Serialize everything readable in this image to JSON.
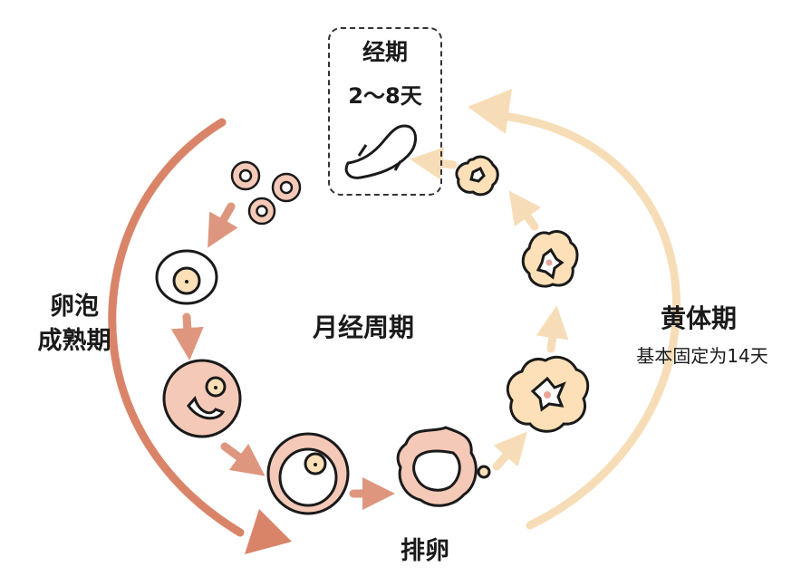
{
  "menses": {
    "title": "经期",
    "days": "2～8天"
  },
  "center": {
    "title": "月经周期"
  },
  "follicular": {
    "line1": "卵泡",
    "line2": "成熟期"
  },
  "luteal": {
    "title": "黄体期",
    "note": "基本固定为14天"
  },
  "ovulation": {
    "label": "排卵"
  },
  "colors": {
    "follicular_arrow": "#d98469",
    "luteal_arrow": "#f7ddb7",
    "follicle_fill": "#f5c9b8",
    "corpus_fill": "#fde0b8",
    "outline": "#1a1a1a"
  },
  "icons": [
    "sanitary-pad-icon",
    "follicle-icon",
    "egg-cell-icon",
    "corpus-luteum-icon"
  ]
}
